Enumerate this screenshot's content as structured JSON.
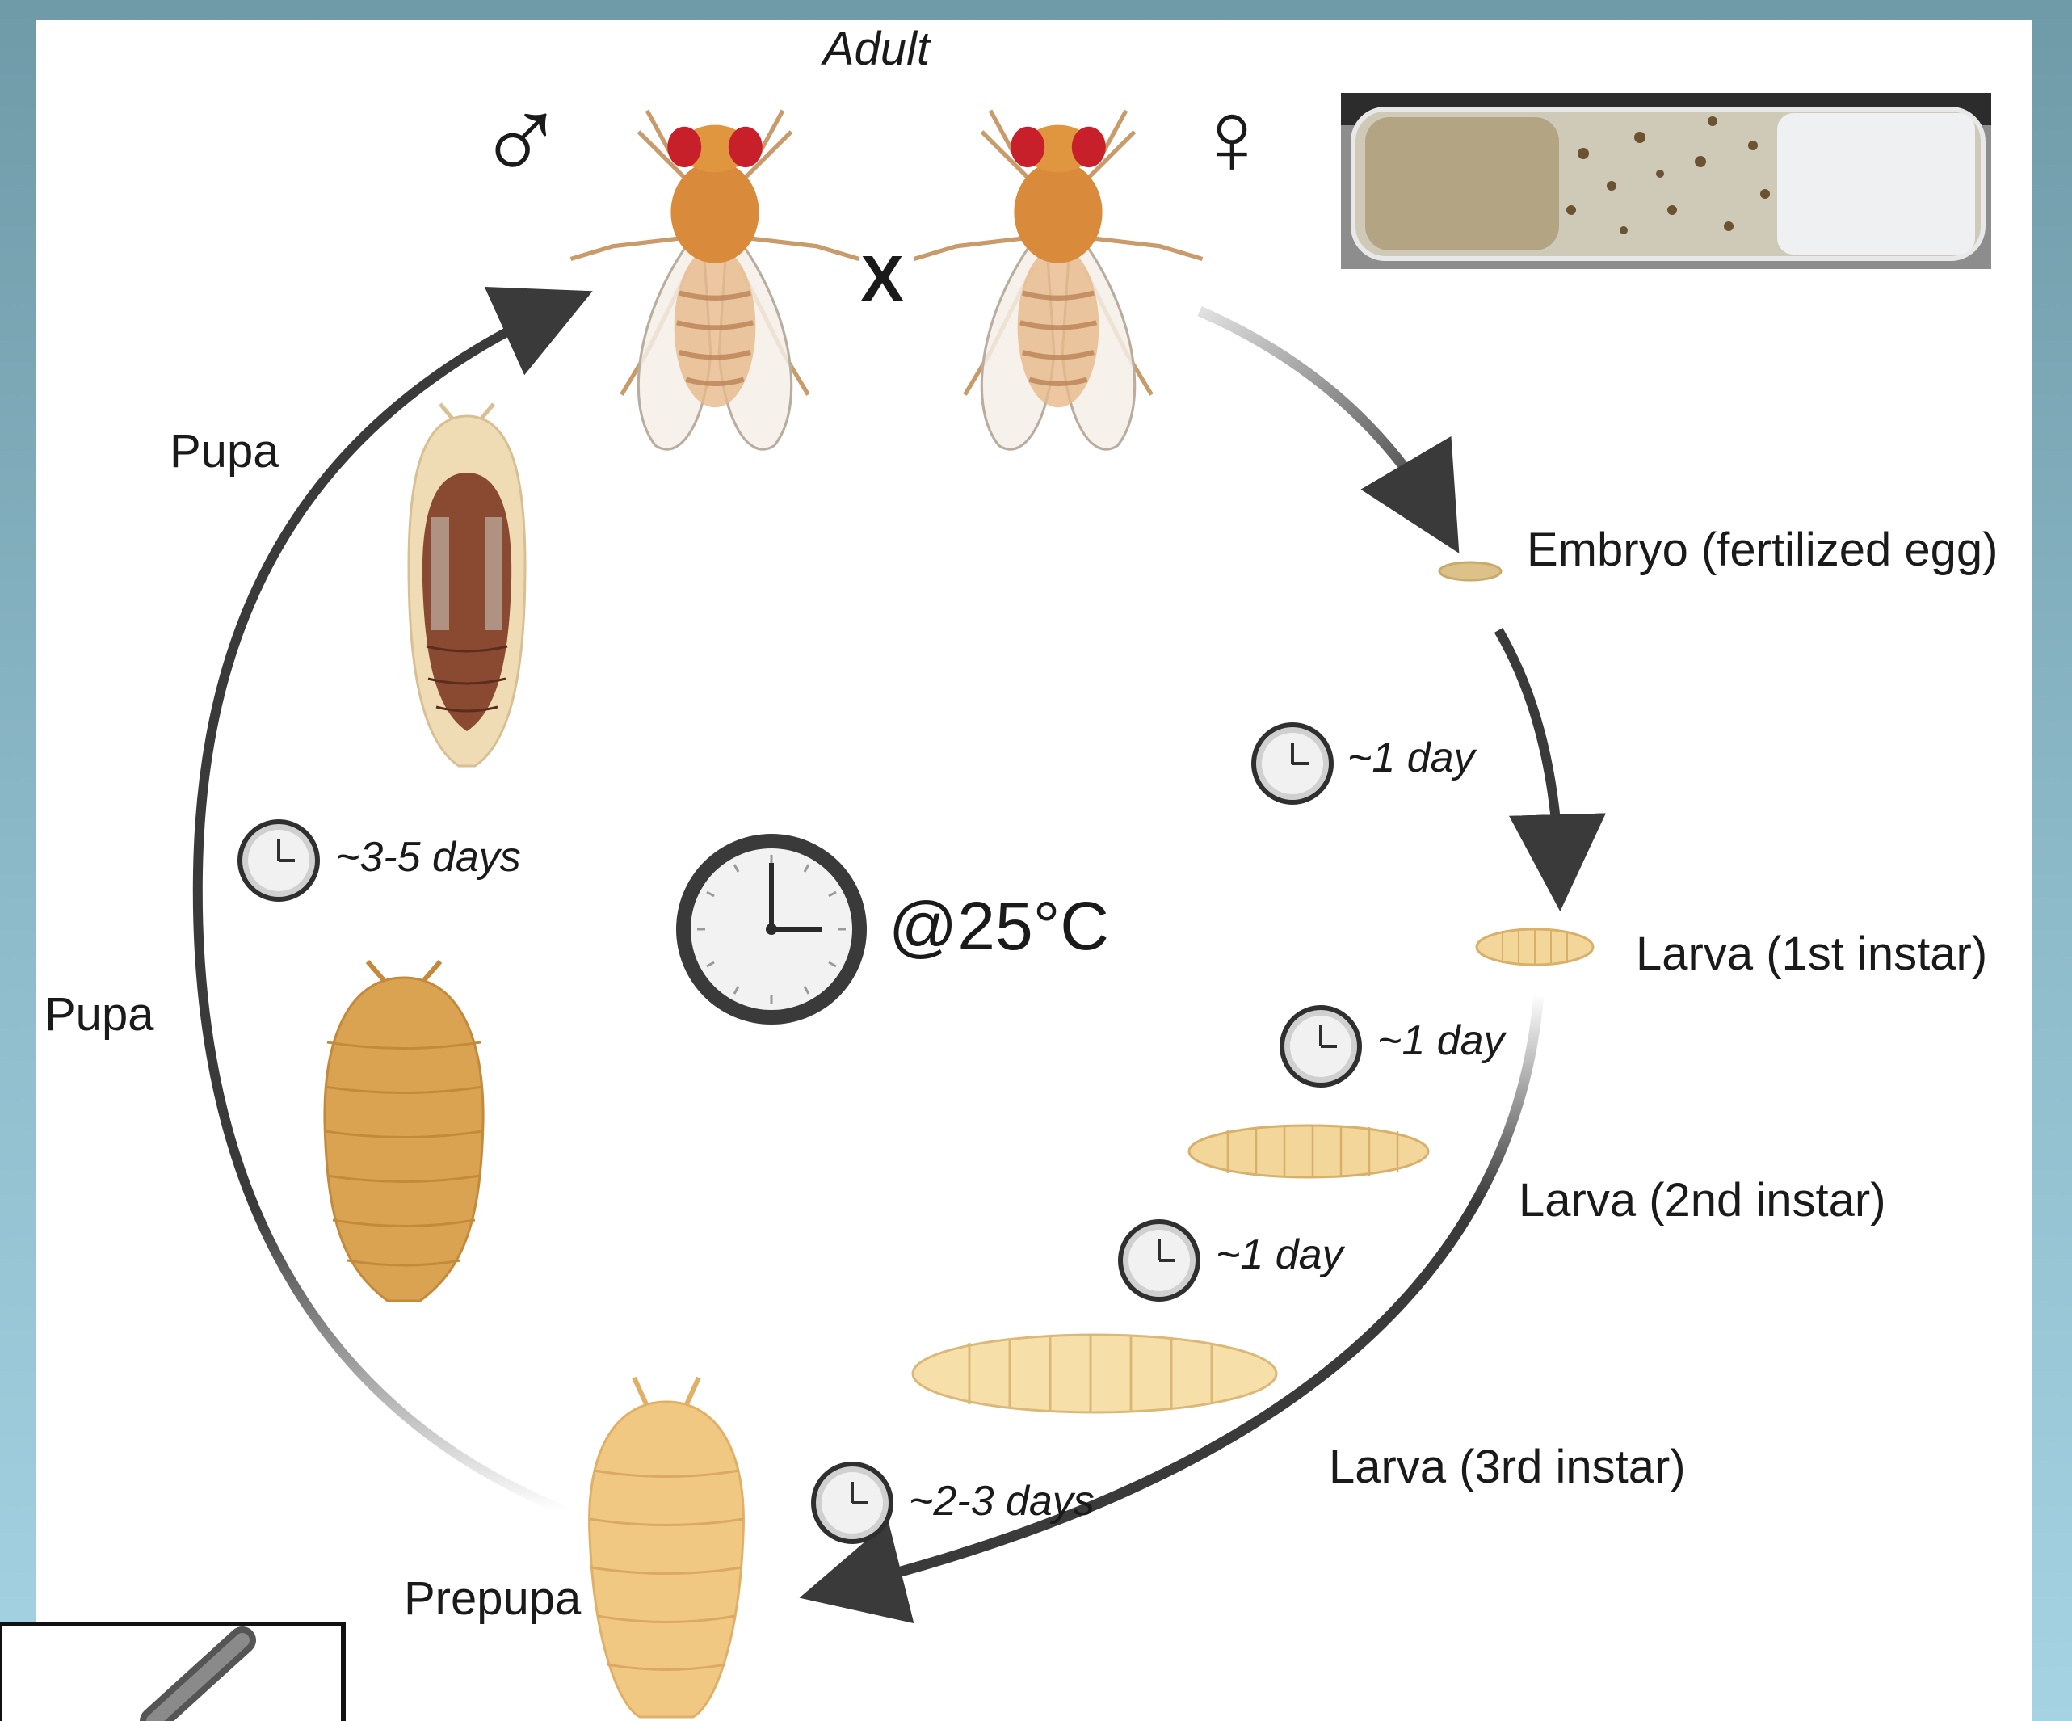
{
  "diagram": {
    "adult_label": "Adult",
    "male_symbol": "♂",
    "female_symbol": "♀",
    "cross_symbol": "X",
    "temperature": "@25°C",
    "stages": {
      "embryo": "Embryo (fertilized egg)",
      "larva1": "Larva (1st instar)",
      "larva2": "Larva (2nd instar)",
      "larva3": "Larva (3rd instar)",
      "prepupa": "Prepupa",
      "pupa_lower": "Pupa",
      "pupa_upper": "Pupa"
    },
    "durations": {
      "embryo_to_larva1": "~1 day",
      "larva1_to_larva2": "~1 day",
      "larva2_to_larva3": "~1 day",
      "larva3_to_prepupa": "~2-3 days",
      "pupa_to_adult": "~3-5 days"
    },
    "icons": [
      "male-symbol-icon",
      "female-symbol-icon",
      "clock-icon",
      "fly-icon",
      "egg-icon",
      "larva-icon",
      "pupa-icon",
      "culture-vial-photo",
      "pen-icon"
    ],
    "colors": {
      "arrow": "#3a3a3a",
      "fly_body": "#d98a3a",
      "fly_eye": "#c8202a",
      "larva": "#f3d69a",
      "prepupa": "#f0c882",
      "pupa": "#d9a352",
      "pupa_dark": "#7a4430"
    }
  }
}
